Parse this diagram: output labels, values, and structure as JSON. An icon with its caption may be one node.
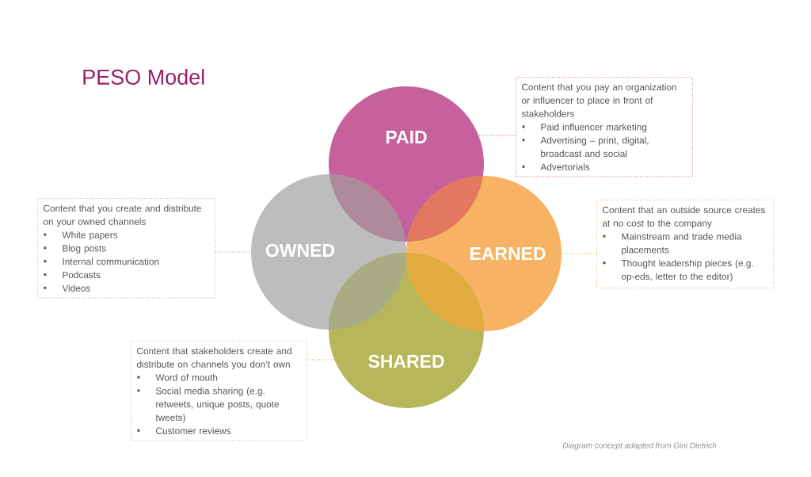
{
  "diagram": {
    "title": "PESO Model",
    "caption": "Diagram concept adapted from Gini Dietrich",
    "nodes": [
      {
        "text": [
          "PAID"
        ]
      },
      {
        "text": [
          "OWNED"
        ]
      },
      {
        "text": [
          "EARNED"
        ]
      },
      {
        "text": [
          "SHARED"
        ]
      },
      {
        "text": [
          "Content that you pay an organization or influencer to place in front of stakeholders",
          "Paid influencer marketing",
          "Advertising – print, digital, broadcast and social",
          "Advertorials"
        ]
      },
      {
        "text": [
          "Content that you create and distribute on your owned channels",
          "White papers",
          "Blog posts",
          "Internal communication",
          "Podcasts",
          "Videos"
        ]
      },
      {
        "text": [
          "Content that an outside source creates at no cost to the company",
          "Mainstream and trade media placements",
          "Thought leadership pieces (e.g. op-eds, letter to the editor)"
        ]
      },
      {
        "text": [
          "Content that stakeholders create and distribute on channels you don’t own",
          "Word of mouth",
          "Social media sharing (e.g. retweets, unique posts, quote tweets)",
          "Customer reviews"
        ]
      }
    ],
    "edges": [
      {
        "from": 4,
        "to": 0,
        "arrow": "none",
        "style": "dashed",
        "color": "#c2508f"
      },
      {
        "from": 5,
        "to": 1,
        "arrow": "none",
        "style": "dashed",
        "color": "#9a9a9a"
      },
      {
        "from": 6,
        "to": 2,
        "arrow": "none",
        "style": "dashed",
        "color": "#f0a04a"
      },
      {
        "from": 7,
        "to": 3,
        "arrow": "none",
        "style": "dashed",
        "color": "#aaa848"
      }
    ]
  }
}
